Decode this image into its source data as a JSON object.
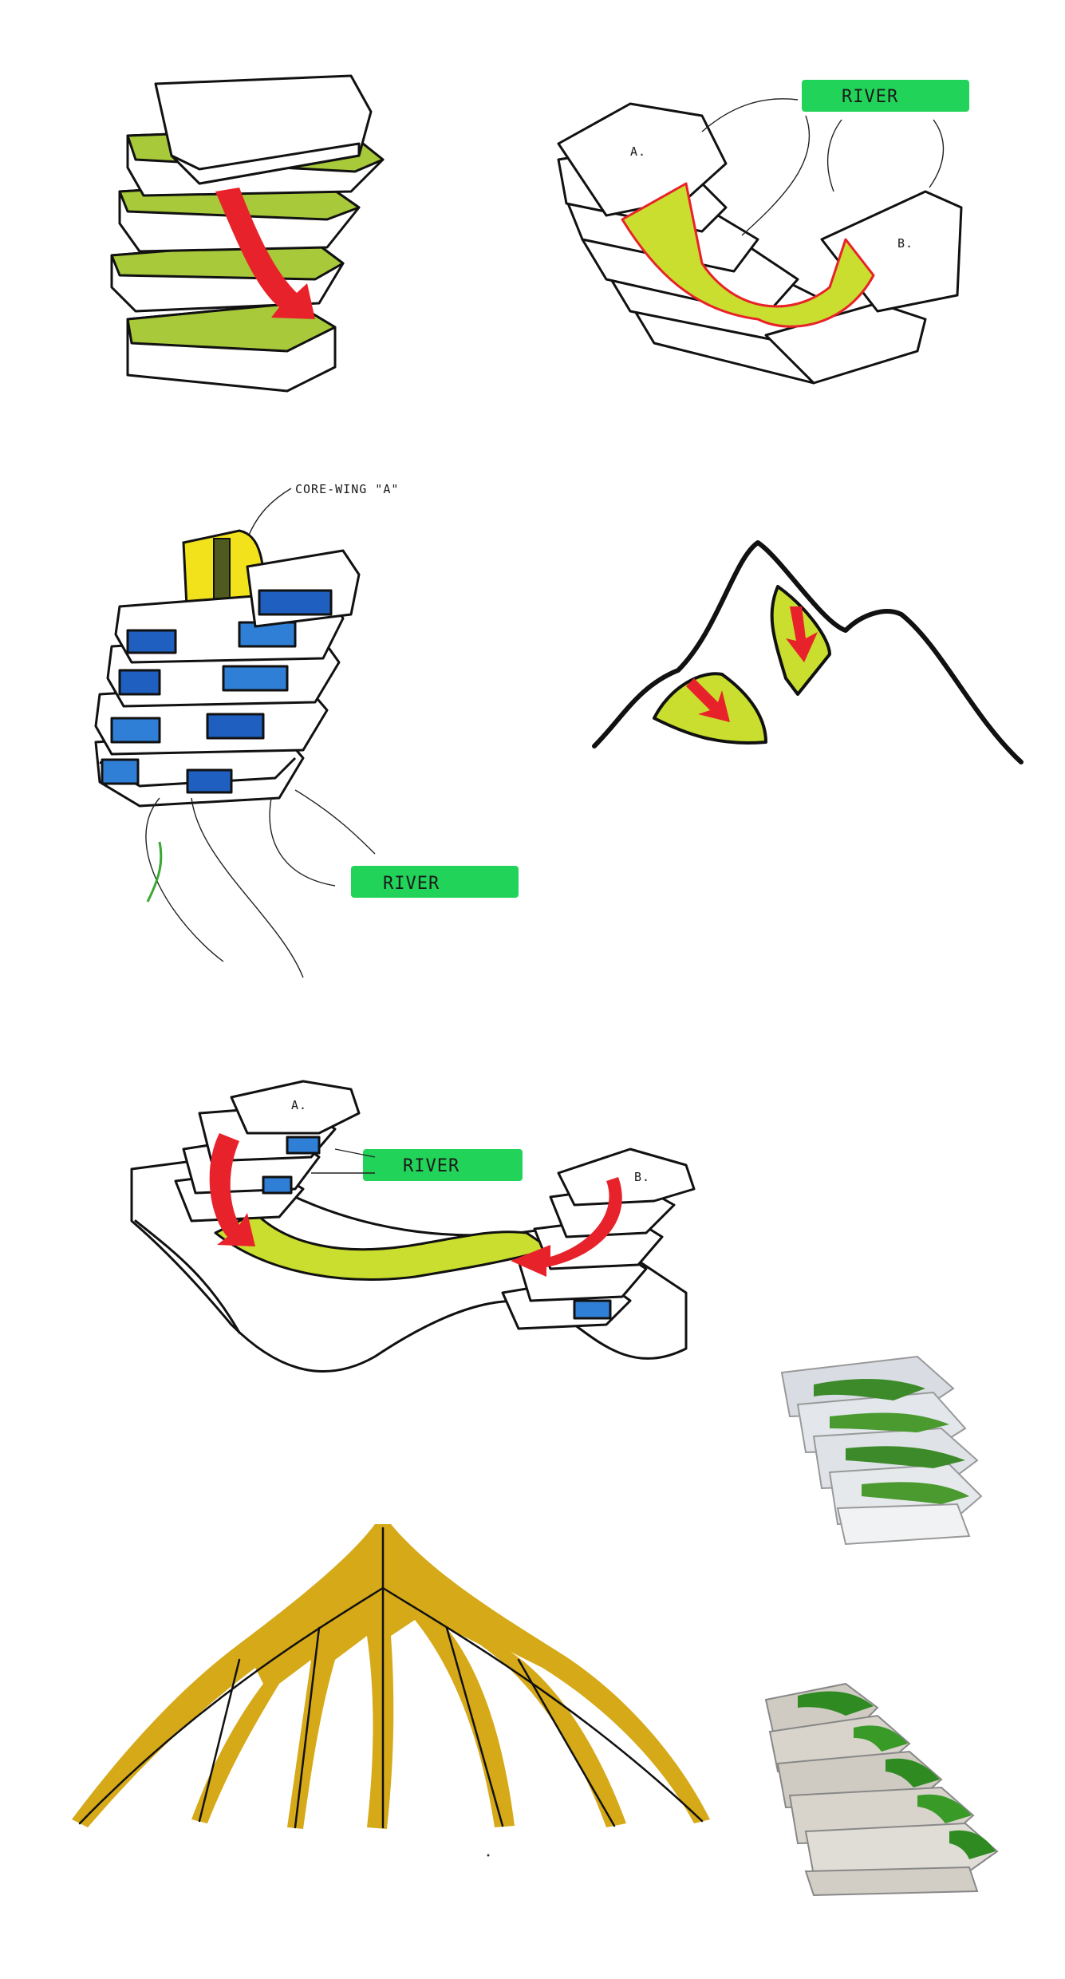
{
  "labels": {
    "river_1": "RIVER",
    "river_2": "RIVER",
    "river_3": "RIVER",
    "core_wing": "CORE-WING \"A\"",
    "building_a_1": "A.",
    "building_b_1": "B.",
    "building_a_2": "A.",
    "building_b_2": "B."
  },
  "colors": {
    "grass": "#a7c93a",
    "lime": "#c9de2e",
    "arrow_red": "#e8222a",
    "river_marker": "#22d35a",
    "facade_blue": "#1f5fbf",
    "core_yellow": "#f2e21c",
    "root_gold": "#d6a918"
  }
}
